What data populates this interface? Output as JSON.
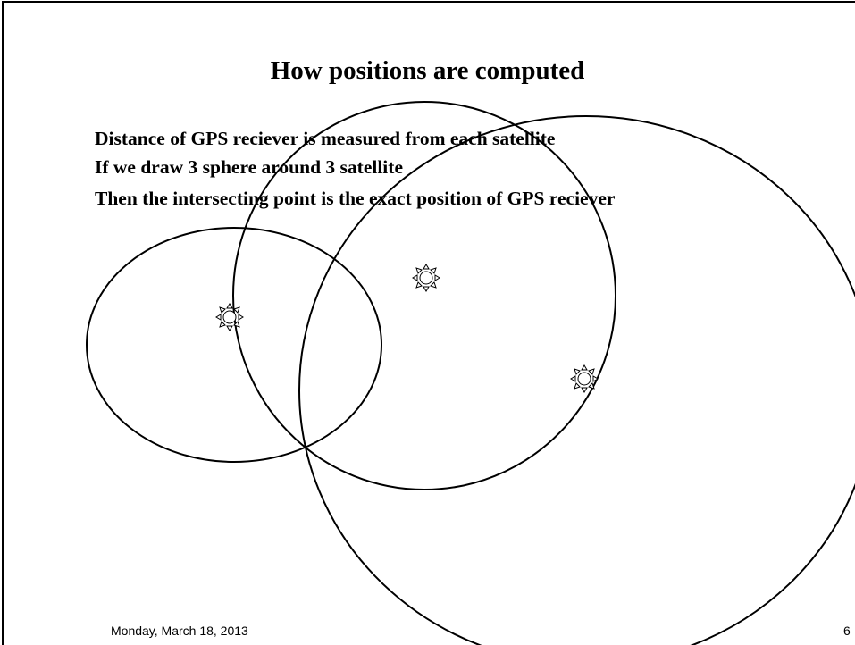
{
  "slide": {
    "title": "How positions are computed",
    "body": [
      "Distance of GPS reciever is measured from each satellite",
      "If we draw 3 sphere around 3 satellite",
      "Then the intersecting point is the exact position of GPS reciever"
    ],
    "footer_date": "Monday, March 18, 2013",
    "page_number": "6"
  },
  "figure": {
    "satellite_icon": "sun-satellite-icon",
    "satellite_count": 3,
    "sphere_count": 3,
    "stroke_color": "#000000"
  }
}
